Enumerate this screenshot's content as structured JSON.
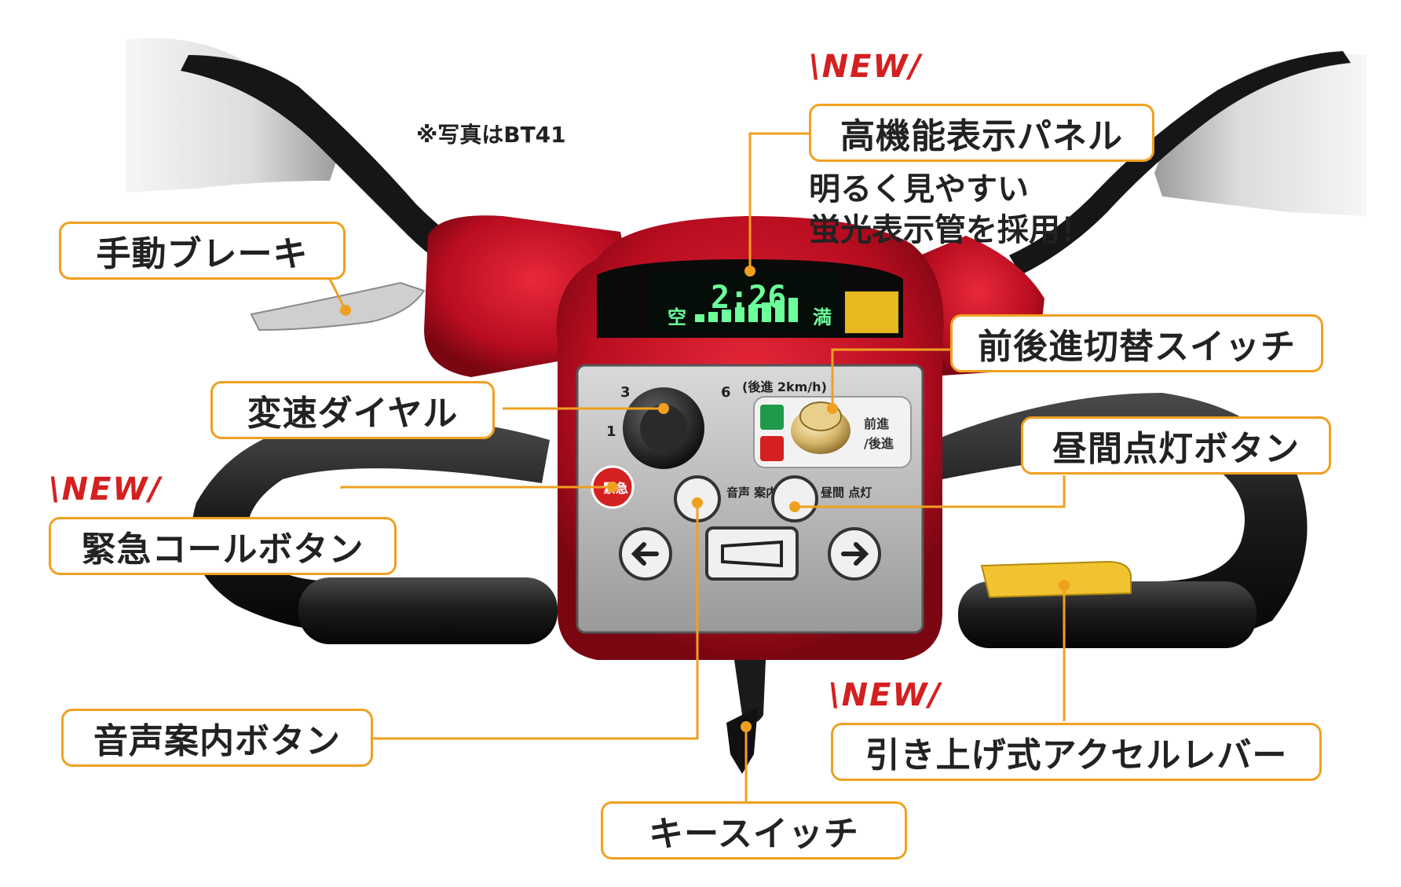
{
  "note": "※写真はBT41",
  "new_tag": "\\NEW/",
  "callouts": {
    "manual_brake": "手動ブレーキ",
    "display_panel": "高機能表示パネル",
    "display_panel_desc_line1": "明るく見やすい",
    "display_panel_desc_line2": "蛍光表示管を採用！",
    "forward_reverse_switch": "前後進切替スイッチ",
    "speed_dial": "変速ダイヤル",
    "daytime_light_button": "昼間点灯ボタン",
    "emergency_call_button": "緊急コールボタン",
    "voice_guide_button": "音声案内ボタン",
    "accelerator_lever": "引き上げ式アクセルレバー",
    "key_switch": "キースイッチ"
  },
  "display": {
    "time": "2:26",
    "empty_label": "空",
    "full_label": "満"
  },
  "panel_labels": {
    "speed_3": "3",
    "speed_6": "6",
    "speed_1": "1",
    "reverse_speed": "(後進 2km/h)",
    "forward": "前進",
    "reverse": "/後進",
    "emergency": "緊急",
    "voice": "音声\n案内",
    "light": "昼間\n点灯"
  },
  "colors": {
    "accent_orange": "#f0a020",
    "new_red": "#d42020",
    "body_red": "#c8102e",
    "grip_black": "#1a1a1a"
  }
}
